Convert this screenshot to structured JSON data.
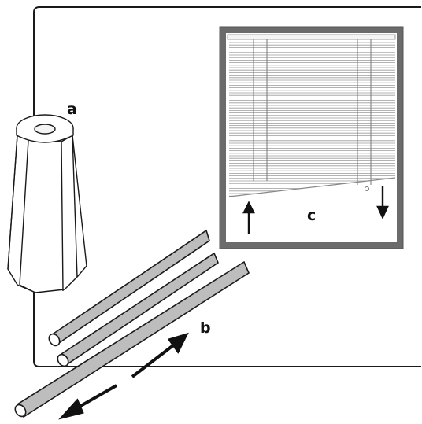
{
  "labels": {
    "a": "a",
    "b": "b",
    "c": "c"
  },
  "colors": {
    "ink": "#1a1a1a",
    "frame": "#6b6b6b",
    "rod_fill": "#bdbdbd",
    "slat_fill": "#ececec",
    "slat_line": "#9a9a9a"
  }
}
